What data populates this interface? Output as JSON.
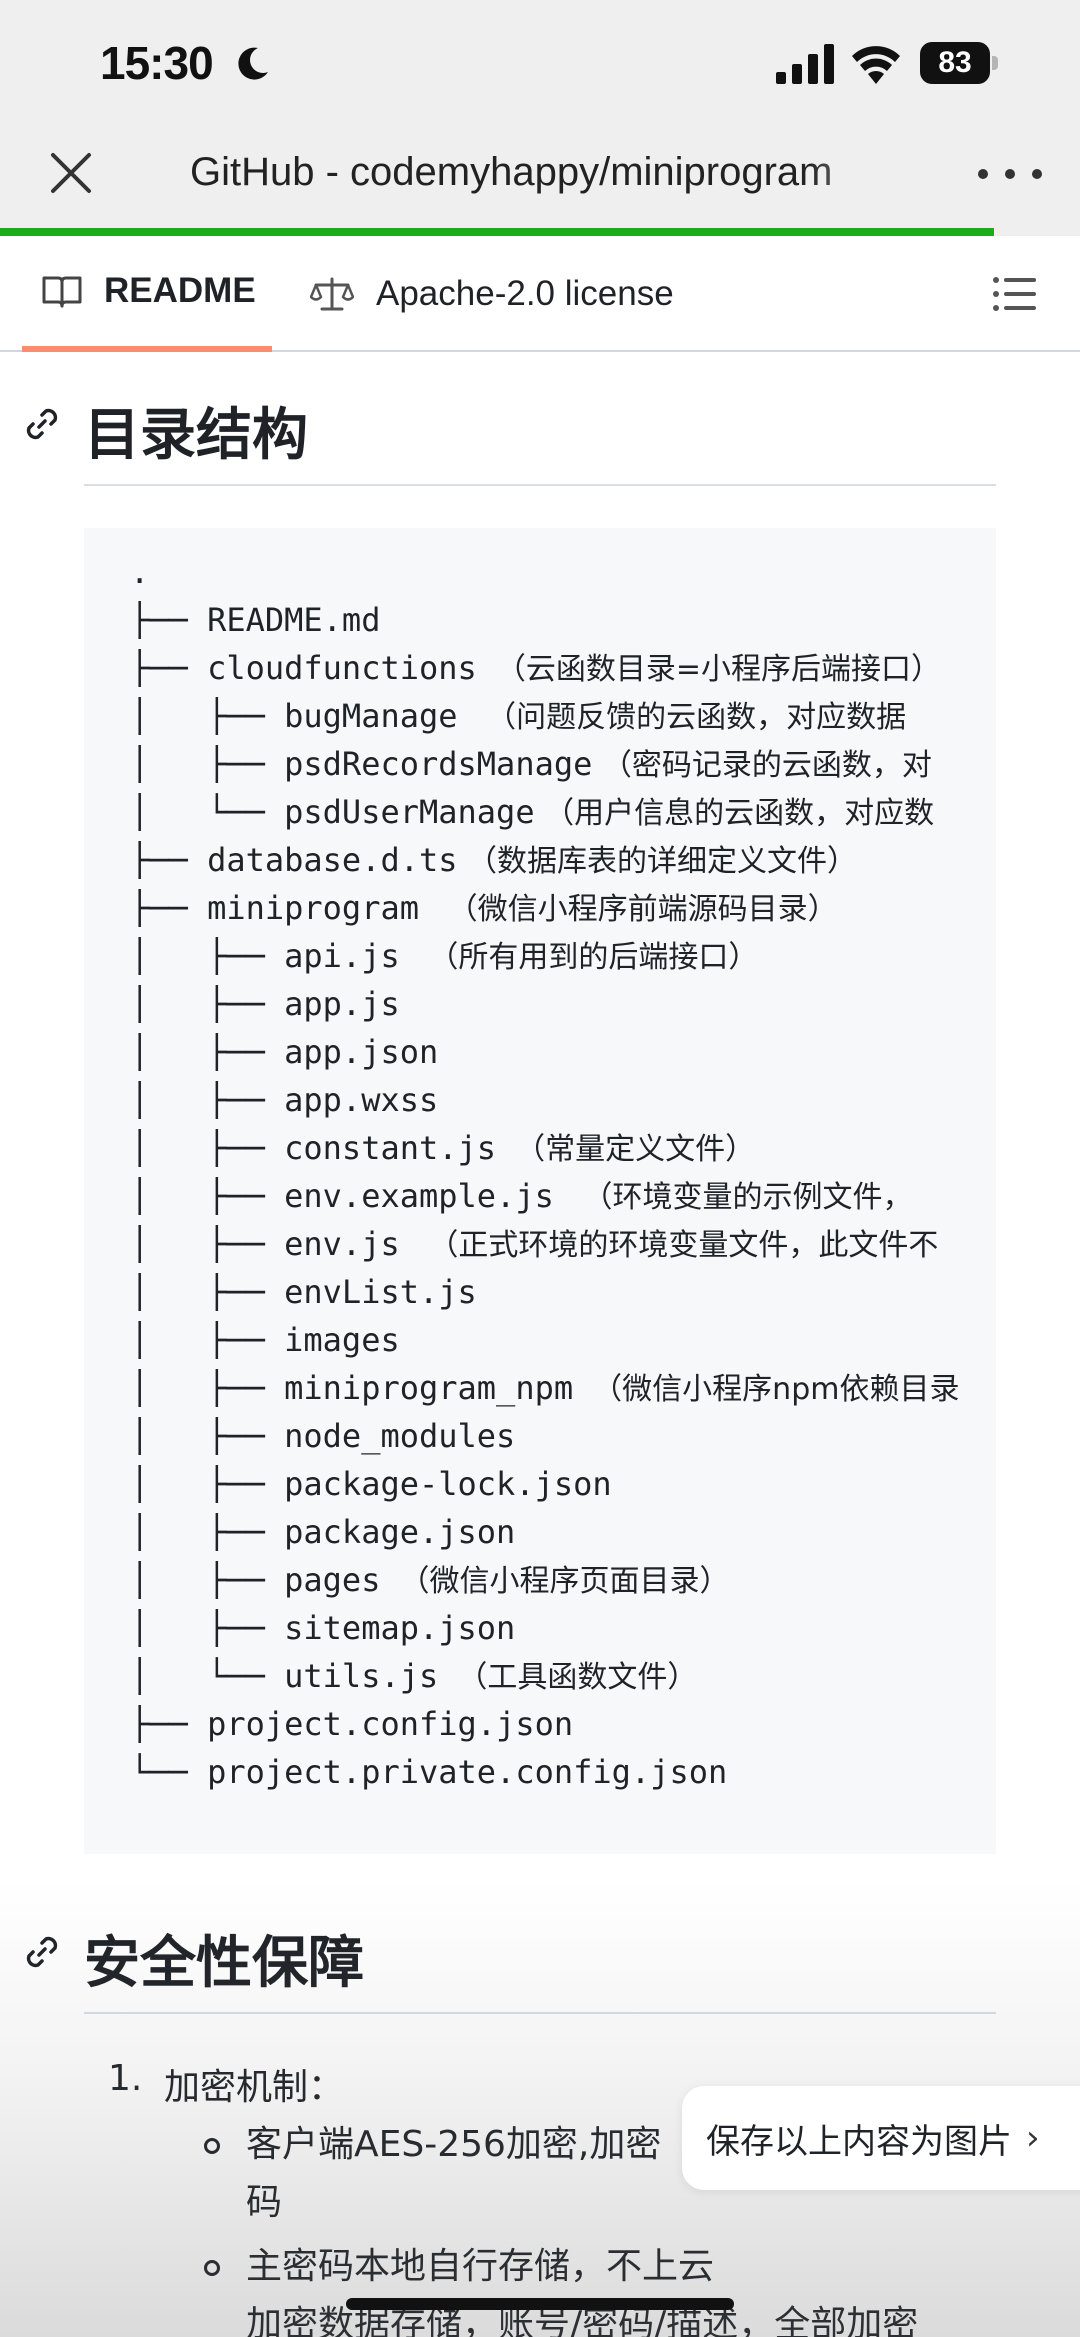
{
  "status_bar": {
    "time": "15:30",
    "battery": "83"
  },
  "browser": {
    "title": "GitHub - codemyhappy/miniprogram",
    "load_progress": 0.92
  },
  "tabs": [
    {
      "label": "README",
      "icon": "book-icon",
      "active": true
    },
    {
      "label": "Apache-2.0 license",
      "icon": "scale-icon",
      "active": false
    }
  ],
  "sections": {
    "dir_heading": "目录结构",
    "security_heading": "安全性保障"
  },
  "tree": [
    {
      "prefix": ".",
      "name": "",
      "note": ""
    },
    {
      "prefix": "├── ",
      "name": "README.md",
      "note": ""
    },
    {
      "prefix": "├── ",
      "name": "cloudfunctions",
      "note": "  （云函数目录=小程序后端接口）"
    },
    {
      "prefix": "│   ├── ",
      "name": "bugManage",
      "note": "   （问题反馈的云函数，对应数据"
    },
    {
      "prefix": "│   ├── ",
      "name": "psdRecordsManage",
      "note": " （密码记录的云函数，对"
    },
    {
      "prefix": "│   └── ",
      "name": "psdUserManage",
      "note": " （用户信息的云函数，对应数"
    },
    {
      "prefix": "├── ",
      "name": "database.d.ts",
      "note": " （数据库表的详细定义文件）"
    },
    {
      "prefix": "├── ",
      "name": "miniprogram",
      "note": "   （微信小程序前端源码目录）"
    },
    {
      "prefix": "│   ├── ",
      "name": "api.js",
      "note": "   （所有用到的后端接口）"
    },
    {
      "prefix": "│   ├── ",
      "name": "app.js",
      "note": ""
    },
    {
      "prefix": "│   ├── ",
      "name": "app.json",
      "note": ""
    },
    {
      "prefix": "│   ├── ",
      "name": "app.wxss",
      "note": ""
    },
    {
      "prefix": "│   ├── ",
      "name": "constant.js",
      "note": "  （常量定义文件）"
    },
    {
      "prefix": "│   ├── ",
      "name": "env.example.js",
      "note": "   （环境变量的示例文件，"
    },
    {
      "prefix": "│   ├── ",
      "name": "env.js",
      "note": "   （正式环境的环境变量文件，此文件不"
    },
    {
      "prefix": "│   ├── ",
      "name": "envList.js",
      "note": ""
    },
    {
      "prefix": "│   ├── ",
      "name": "images",
      "note": ""
    },
    {
      "prefix": "│   ├── ",
      "name": "miniprogram_npm",
      "note": "  （微信小程序npm依赖目录"
    },
    {
      "prefix": "│   ├── ",
      "name": "node_modules",
      "note": ""
    },
    {
      "prefix": "│   ├── ",
      "name": "package-lock.json",
      "note": ""
    },
    {
      "prefix": "│   ├── ",
      "name": "package.json",
      "note": ""
    },
    {
      "prefix": "│   ├── ",
      "name": "pages",
      "note": "  （微信小程序页面目录）"
    },
    {
      "prefix": "│   ├── ",
      "name": "sitemap.json",
      "note": ""
    },
    {
      "prefix": "│   └── ",
      "name": "utils.js",
      "note": "  （工具函数文件）"
    },
    {
      "prefix": "├── ",
      "name": "project.config.json",
      "note": ""
    },
    {
      "prefix": "└── ",
      "name": "project.private.config.json",
      "note": ""
    }
  ],
  "security_list": {
    "item1_num": "1.",
    "item1_label": "加密机制：",
    "sub1_line1": "客户端AES-256加密,加密",
    "sub1_line2": "码",
    "sub2": "主密码本地自行存储，不上云",
    "sub3": "加密数据存储，账号/密码/描述，全部加密"
  },
  "save_image_label": "保存以上内容为图片"
}
